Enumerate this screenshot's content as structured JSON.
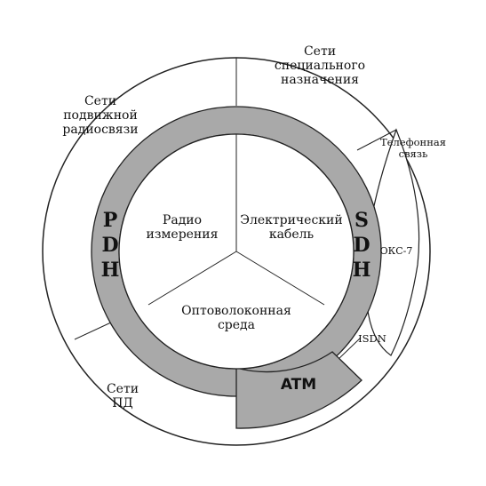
{
  "outer": {
    "special": "Сети\nспециального\nназначения",
    "mobile": "Сети\nподвижной\nрадиосвязи",
    "phone": "Телефонная\nсвязь",
    "okc": "ОКС-7",
    "isdn": "ISDN",
    "pd": "Сети\nПД"
  },
  "ring": {
    "pdh": [
      "P",
      "D",
      "H"
    ],
    "sdh": [
      "S",
      "D",
      "H"
    ],
    "atm": "ATM"
  },
  "inner": {
    "radio": "Радио\nизмерения",
    "electric": "Электрический\nкабель",
    "fiber": "Оптоволоконная\nсреда"
  },
  "colors": {
    "ring_fill": "#a9a9a9",
    "stroke": "#222222"
  }
}
